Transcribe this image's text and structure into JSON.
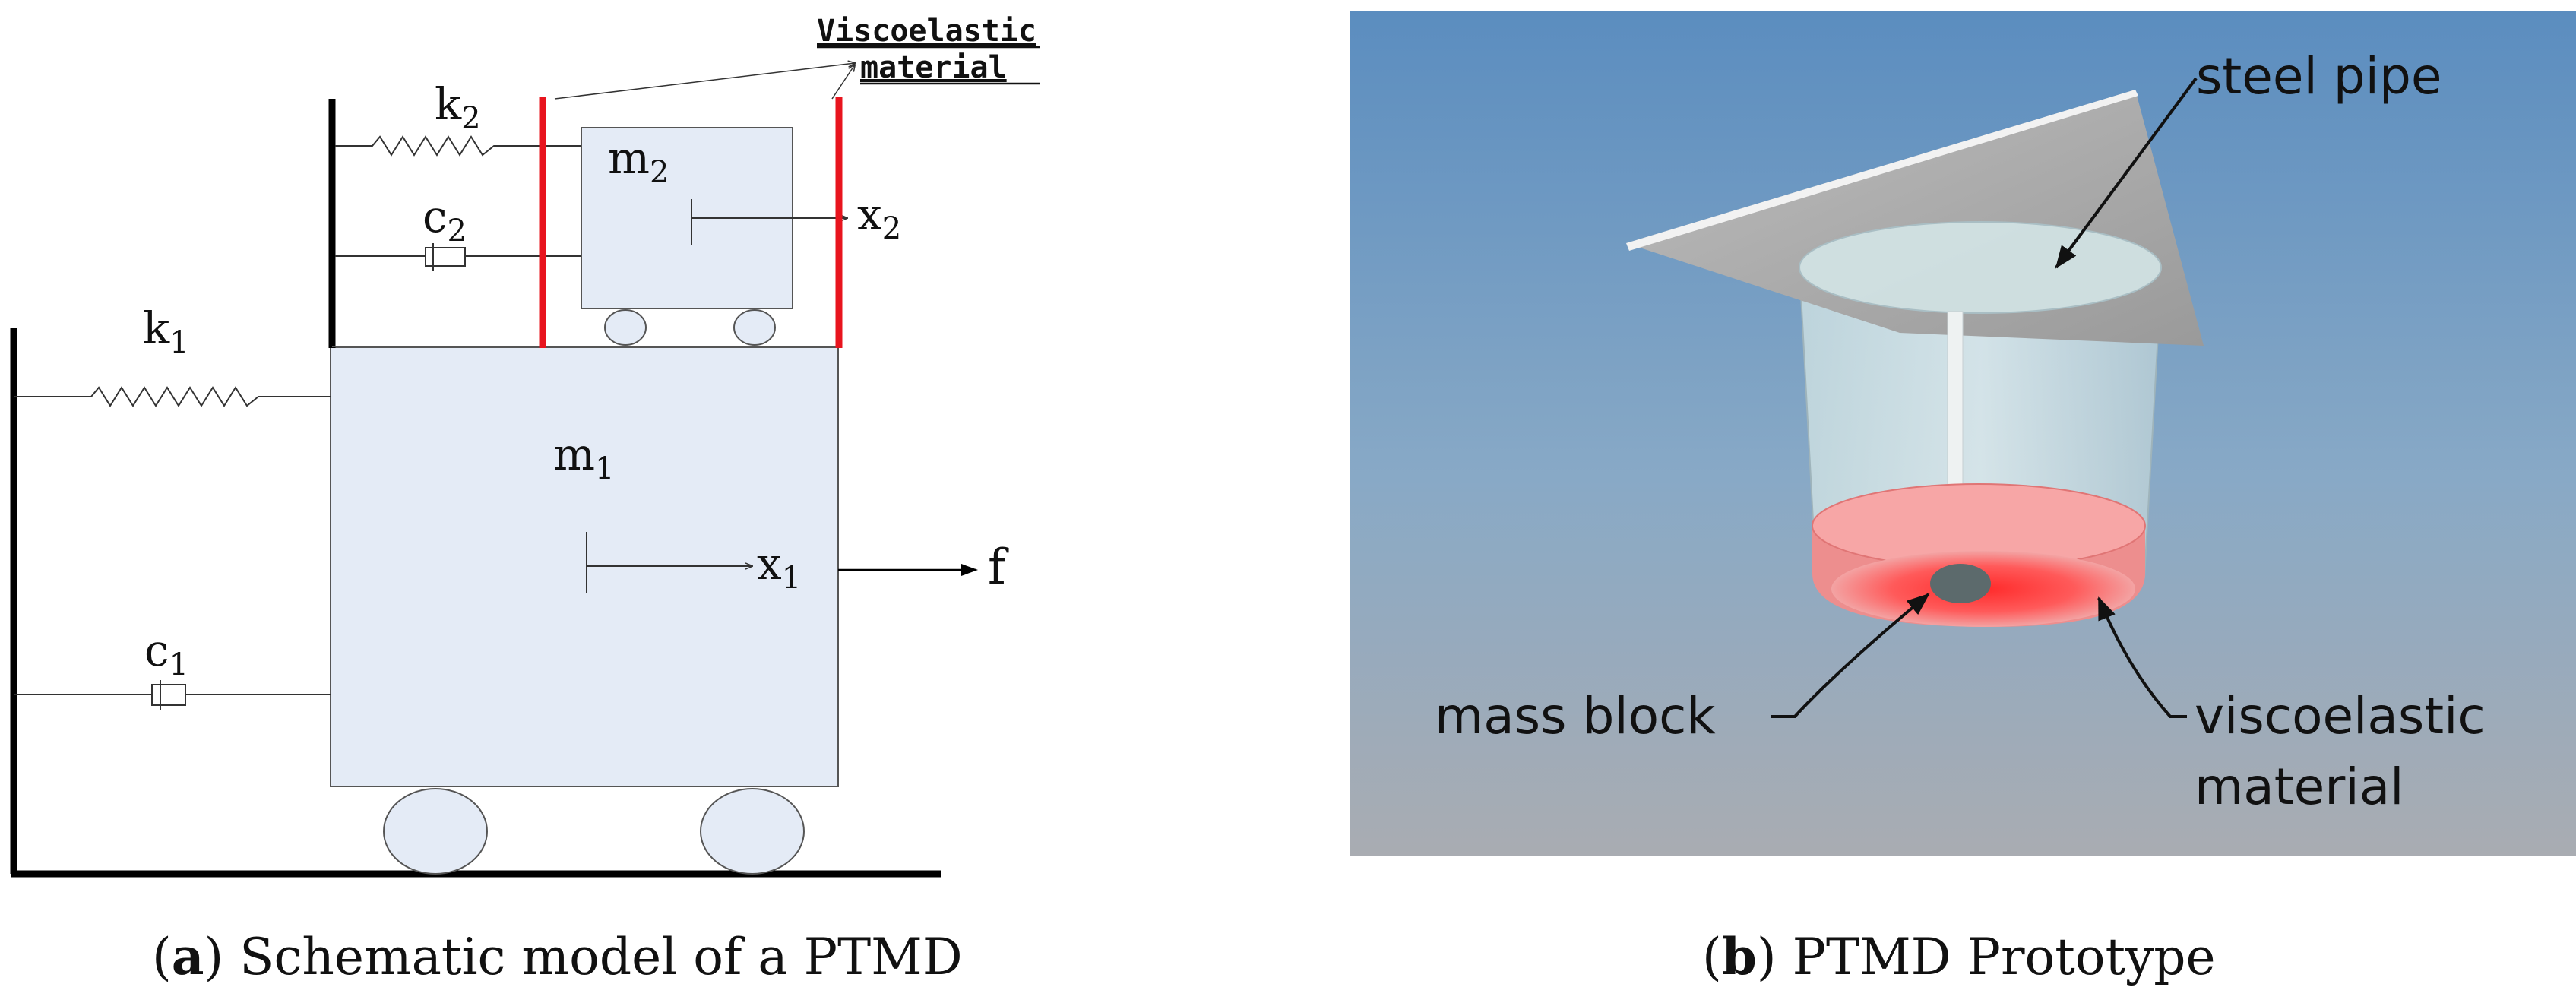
{
  "panel_a": {
    "labels": {
      "k1": "k",
      "k1_sub": "1",
      "c1": "c",
      "c1_sub": "1",
      "k2": "k",
      "k2_sub": "2",
      "c2": "c",
      "c2_sub": "2",
      "m1": "m",
      "m1_sub": "1",
      "m2": "m",
      "m2_sub": "2",
      "x1": "x",
      "x1_sub": "1",
      "x2": "x",
      "x2_sub": "2",
      "f": "f",
      "viscoelastic_line1": "Viscoelastic",
      "viscoelastic_line2": "material"
    },
    "caption": {
      "letter": "a",
      "text": " Schematic model of a PTMD"
    },
    "colors": {
      "mass_fill": "#e4ebf6",
      "viscoelastic": "#e8141e",
      "wall": "#000000"
    }
  },
  "panel_b": {
    "labels": {
      "steel_pipe": "steel pipe",
      "mass_block": "mass block",
      "viscoelastic_line1": "viscoelastic",
      "viscoelastic_line2": "material"
    },
    "caption": {
      "letter": "b",
      "text": " PTMD Prototype"
    },
    "colors": {
      "sky_top": "#5a8cbe",
      "sky_bottom": "#a7abb3",
      "ring": "#f08a8a"
    }
  }
}
